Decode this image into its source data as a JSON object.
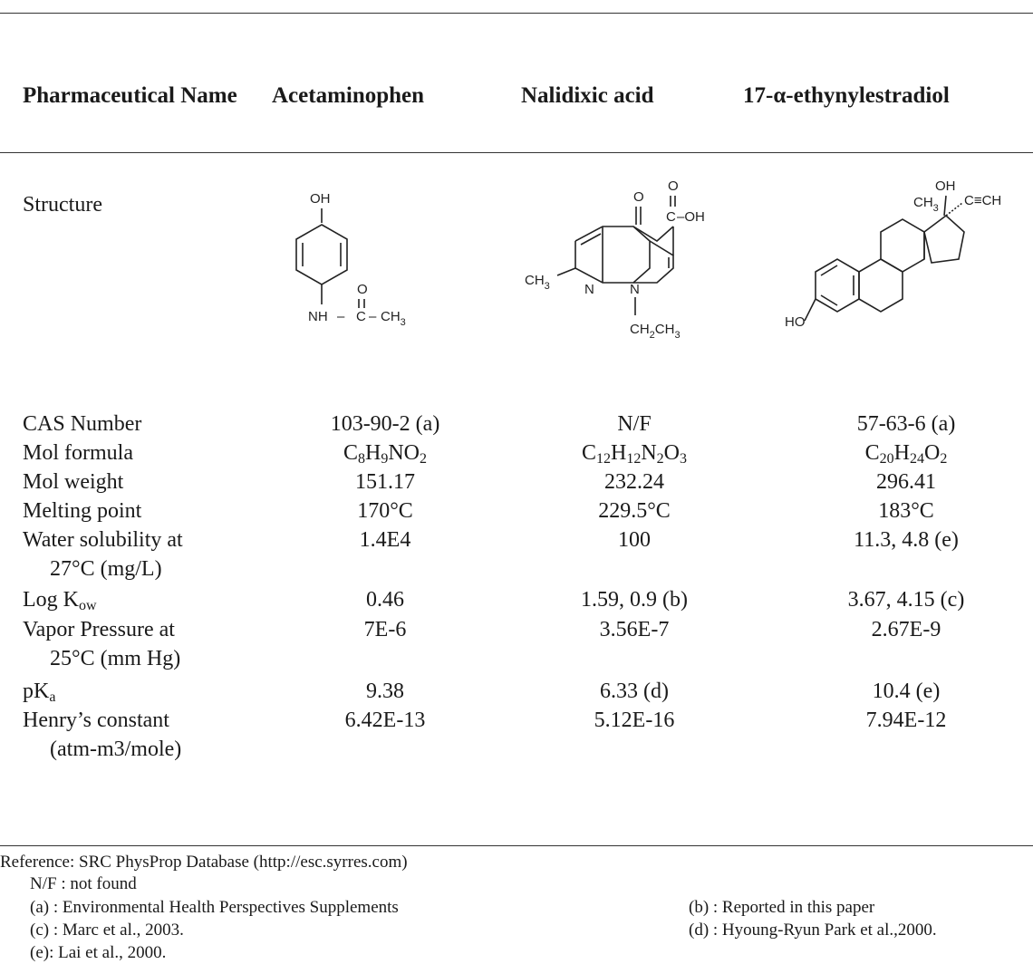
{
  "header": {
    "col0": "Pharmaceutical Name",
    "col1": "Acetaminophen",
    "col2": "Nalidixic acid",
    "col3": "17-α-ethynylestradiol"
  },
  "structure_label": "Structure",
  "structure_atoms": {
    "acetaminophen": {
      "oh": "OH",
      "o": "O",
      "nh": "NH",
      "dash1": "–",
      "c": "C",
      "dash2": "–",
      "ch3": "CH",
      "ch3_sub": "3"
    },
    "nalidixic": {
      "o1": "O",
      "o2": "O",
      "c": "C",
      "oh": "–OH",
      "ch3": "CH",
      "ch3_sub": "3",
      "n1": "N",
      "n2": "N",
      "ch2": "CH",
      "ch2_sub": "2",
      "ch3b": "CH",
      "ch3b_sub": "3"
    },
    "ethynylestradiol": {
      "oh": "OH",
      "ch3": "CH",
      "ch3_sub": "3",
      "cch": "C≡CH",
      "ho": "HO"
    }
  },
  "rows": [
    {
      "label": "CAS Number",
      "values": [
        "103-90-2 (a)",
        "N/F",
        "57-63-6 (a)"
      ]
    },
    {
      "label": "Mol formula",
      "formulas": [
        {
          "p": [
            "C",
            "8",
            "H",
            "9",
            "NO",
            "2"
          ]
        },
        {
          "p": [
            "C",
            "12",
            "H",
            "12",
            "N",
            "2",
            "O",
            "3"
          ]
        },
        {
          "p": [
            "C",
            "20",
            "H",
            "24",
            "O",
            "2"
          ]
        }
      ]
    },
    {
      "label": "Mol weight",
      "values": [
        "151.17",
        "232.24",
        "296.41"
      ]
    },
    {
      "label": "Melting point",
      "values": [
        "170°C",
        "229.5°C",
        "183°C"
      ]
    },
    {
      "label": "Water solubility at",
      "label2": "27°C (mg/L)",
      "values": [
        "1.4E4",
        "100",
        "11.3, 4.8 (e)"
      ]
    },
    {
      "label": "Log K",
      "label_sub": "ow",
      "values": [
        "0.46",
        "1.59, 0.9 (b)",
        "3.67, 4.15 (c)"
      ]
    },
    {
      "label": "Vapor Pressure at",
      "label2": "25°C (mm Hg)",
      "values": [
        "7E-6",
        "3.56E-7",
        "2.67E-9"
      ]
    },
    {
      "label": "pK",
      "label_sub": "a",
      "values": [
        "9.38",
        "6.33 (d)",
        "10.4 (e)"
      ]
    },
    {
      "label": "Henry’s constant",
      "label2": "(atm-m3/mole)",
      "values": [
        "6.42E-13",
        "5.12E-16",
        "7.94E-12"
      ]
    }
  ],
  "footnotes": {
    "reference": "Reference: SRC PhysProp Database (http://esc.syrres.com)",
    "nf": "N/F : not found",
    "a": "(a) : Environmental Health Perspectives Supplements",
    "b": "(b) : Reported in this paper",
    "c": "(c) : Marc et al., 2003.",
    "d": "(d) : Hyoung-Ryun Park et al.,2000.",
    "e": "(e): Lai et al., 2000."
  }
}
